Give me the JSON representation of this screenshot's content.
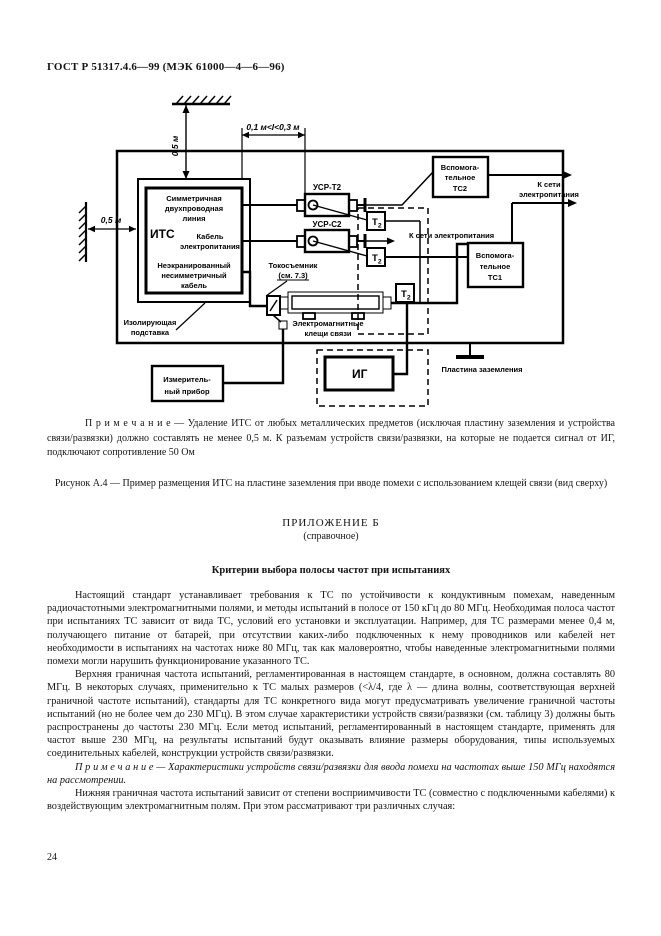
{
  "page": {
    "header": "ГОСТ Р 51317.4.6—99 (МЭК 61000—4—6—96)",
    "number": "24"
  },
  "figure": {
    "labels": {
      "dim_ceiling": "0,5 м",
      "dim_gap": "0,1 м<l<0,3 м",
      "dim_wall": "0,5 м",
      "eut": "ИТС",
      "sym1": "Симметричная",
      "sym2": "двухпроводная",
      "sym3": "линия",
      "pwr1": "Кабель",
      "pwr2": "электропитания",
      "unsh1": "Неэкранированный",
      "unsh2": "несимметричный",
      "unsh3": "кабель",
      "usr_t2": "УСР-Т2",
      "usr_c2": "УСР-С2",
      "t2_main": "Т",
      "t2_sub": "2",
      "aux2_1": "Вспомога-",
      "aux2_2": "тельное",
      "aux2_3": "ТС2",
      "aux1_1": "Вспомога-",
      "aux1_2": "тельное",
      "aux1_3": "ТС1",
      "mains_mid": "К сети электропитания",
      "mains_r1": "К сети",
      "mains_r2": "электропитания",
      "probe1": "Токосъемник",
      "probe2": "(см. 7.3)",
      "clamp1": "Электромагнитные",
      "clamp2": "клещи связи",
      "insul1": "Изолирующая",
      "insul2": "подставка",
      "meter1": "Измеритель-",
      "meter2": "ный прибор",
      "gen": "ИГ",
      "ground": "Пластина заземления"
    },
    "note": "П р и м е ч а н и е — Удаление ИТС от любых металлических предметов (исключая пластину заземления и устройства связи/развязки) должно составлять не менее 0,5 м. К разъемам устройств связи/развязки, на которые не подается сигнал от ИГ, подключают сопротивление 50 Ом",
    "caption": "Рисунок А.4 — Пример размещения ИТС на пластине заземления при вводе помехи с использованием клещей связи (вид сверху)"
  },
  "appendix": {
    "title": "ПРИЛОЖЕНИЕ Б",
    "subtitle": "(справочное)",
    "heading": "Критерии выбора полосы частот при испытаниях",
    "para1": "Настоящий стандарт устанавливает требования к ТС по устойчивости к кондуктивным помехам, наведенным радиочастотными электромагнитными полями, и методы испытаний в полосе от 150 кГц до 80 МГц. Необходимая полоса частот при испытаниях ТС зависит от вида ТС, условий его установки и эксплуатации. Например, для ТС размерами менее 0,4 м, получающего питание от батарей, при отсутствии каких-либо подключенных к нему проводников или кабелей нет необходимости в испытаниях на частотах ниже 80 МГц, так как маловероятно, чтобы наведенные электромагнитными полями помехи могли нарушить функционирование указанного ТС.",
    "para2": "Верхняя граничная частота испытаний, регламентированная в настоящем стандарте, в основном, должна составлять 80 МГц. В некоторых случаях, применительно к ТС малых размеров (<λ/4, где λ — длина волны, соответствующая верхней граничной частоте испытаний), стандарты для ТС конкретного вида могут предусматривать увеличение граничной частоты испытаний (но не более чем до 230 МГц). В этом случае характеристики устройств связи/развязки (см. таблицу 3) должны быть распространены до частоты 230 МГц. Если метод испытаний, регламентированный в настоящем стандарте, применять для частот выше 230 МГц, на результаты испытаний будут оказывать влияние размеры оборудования, типы используемых соединительных кабелей, конструкции устройств связи/развязки.",
    "note2": "П р и м е ч а н и е — Характеристики устройств связи/развязки для ввода помехи на частотах выше 150 МГц находятся на рассмотрении.",
    "para3": "Нижняя граничная частота испытаний зависит от степени восприимчивости ТС (совместно с подключенными кабелями) к воздействующим электромагнитным полям. При этом рассматривают три различных случая:"
  },
  "colors": {
    "ink": "#141414",
    "paper": "#ffffff"
  }
}
